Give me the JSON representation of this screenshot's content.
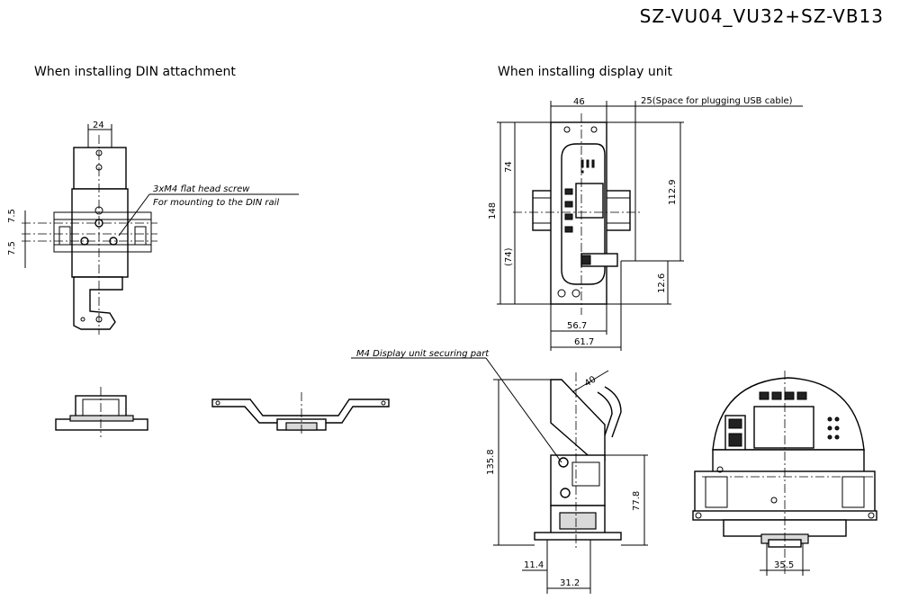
{
  "header": {
    "model": "SZ-VU04_VU32+SZ-VB13"
  },
  "sections": {
    "din": "When installing DIN attachment",
    "display": "When installing display unit"
  },
  "callouts": {
    "screw_line1": "3xM4 flat head screw",
    "screw_line2": "For mounting to the DIN rail",
    "securing_part": "M4 Display unit securing part"
  },
  "dims": {
    "din_width": "24",
    "din_v1": "7.5",
    "din_v2": "7.5",
    "disp_46": "46",
    "disp_25": "25(Space for plugging USB cable)",
    "disp_148": "148",
    "disp_74": "74",
    "disp_74p": "(74)",
    "disp_112_9": "112.9",
    "disp_12_6": "12.6",
    "disp_56_7": "56.7",
    "disp_61_7": "61.7",
    "side_40": "40",
    "side_135_8": "135.8",
    "side_77_8": "77.8",
    "side_11_4": "11.4",
    "side_31_2": "31.2",
    "rear_35_5": "35.5"
  }
}
